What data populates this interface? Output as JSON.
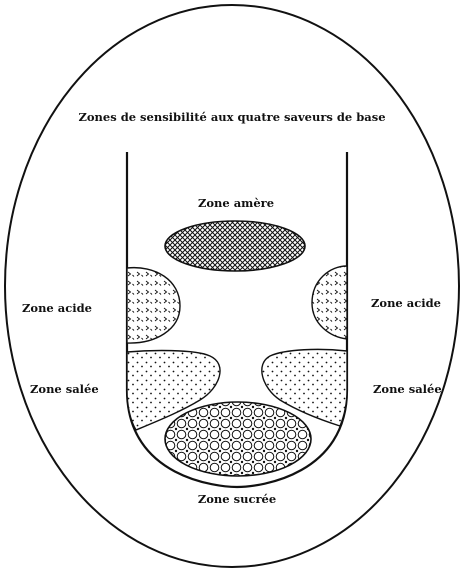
{
  "diagram": {
    "title": "Zones de sensibilité aux quatre saveurs de base",
    "zones": {
      "bitter": "Zone amère",
      "sour_left": "Zone acide",
      "sour_right": "Zone acide",
      "salty_left": "Zone salée",
      "salty_right": "Zone salée",
      "sweet": "Zone sucrée"
    }
  },
  "colors": {
    "ink": "#111111",
    "background": "#ffffff"
  }
}
